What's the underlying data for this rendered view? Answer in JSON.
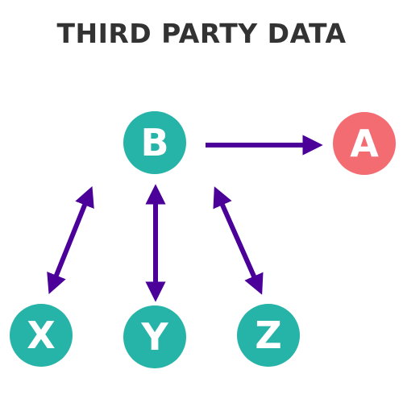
{
  "title": "THIRD PARTY DATA",
  "colors": {
    "node_teal": "#26b3a8",
    "node_red": "#f36c72",
    "arrow": "#4b0099",
    "title": "#333333"
  },
  "nodes": {
    "b": {
      "label": "B"
    },
    "a": {
      "label": "A"
    },
    "x": {
      "label": "X"
    },
    "y": {
      "label": "Y"
    },
    "z": {
      "label": "Z"
    }
  }
}
